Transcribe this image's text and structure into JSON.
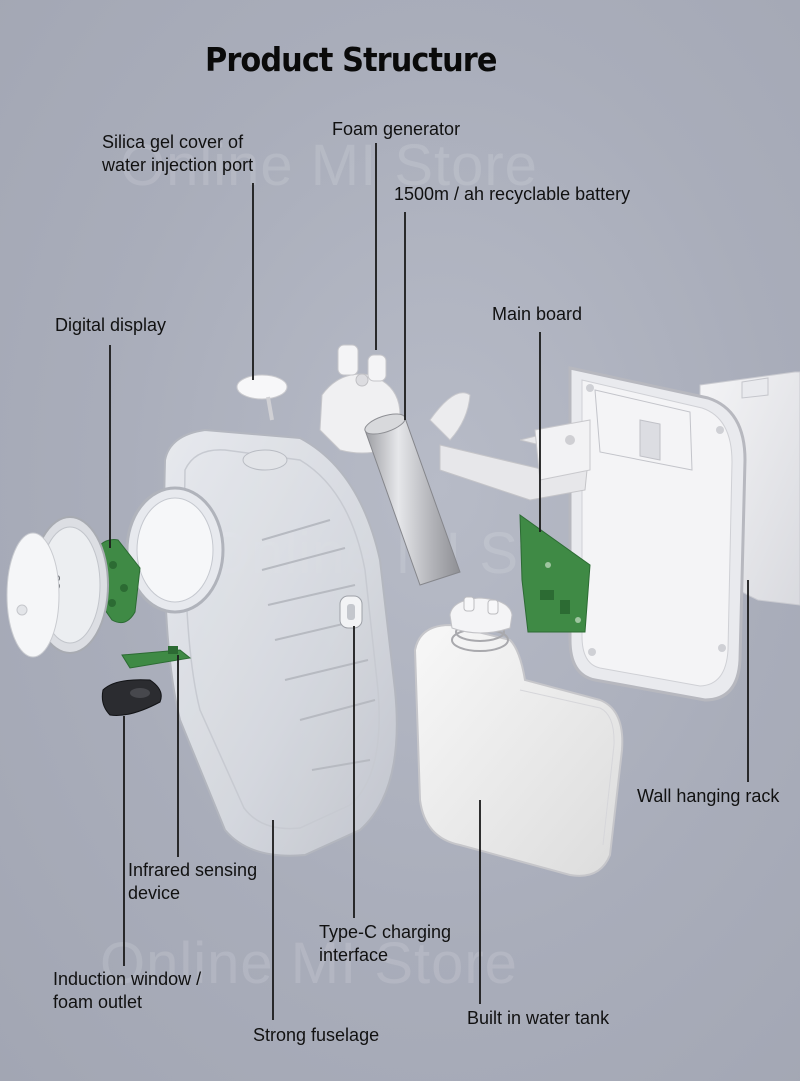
{
  "title": "Product Structure",
  "watermark": "Online MI Store",
  "labels": {
    "silica_cover": [
      "Silica gel cover of",
      "water injection port"
    ],
    "foam_generator": "Foam generator",
    "battery": "1500m / ah recyclable battery",
    "main_board": "Main board",
    "digital_display": "Digital display",
    "wall_rack": "Wall hanging rack",
    "infrared_sensor": [
      "Infrared sensing",
      "device"
    ],
    "type_c": [
      "Type-C charging",
      "interface"
    ],
    "induction_window": [
      "Induction window /",
      "foam outlet"
    ],
    "fuselage": "Strong fuselage",
    "water_tank": "Built in water tank"
  },
  "colors": {
    "background": "#a9adba",
    "pcb_green": "#3f8a45",
    "leader_line": "#1a1a1a",
    "text": "#111111"
  }
}
